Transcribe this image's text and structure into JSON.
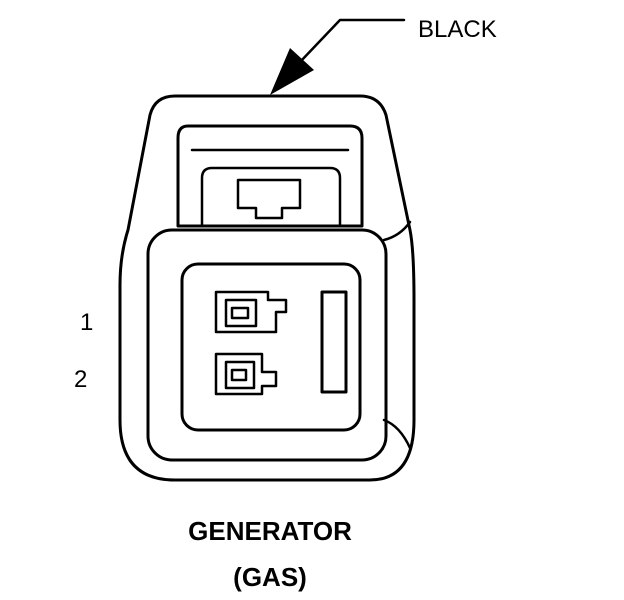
{
  "callout": {
    "wire_color": "BLACK"
  },
  "pins": {
    "pin1": "1",
    "pin2": "2"
  },
  "caption": {
    "line1": "GENERATOR",
    "line2": "(GAS)"
  }
}
